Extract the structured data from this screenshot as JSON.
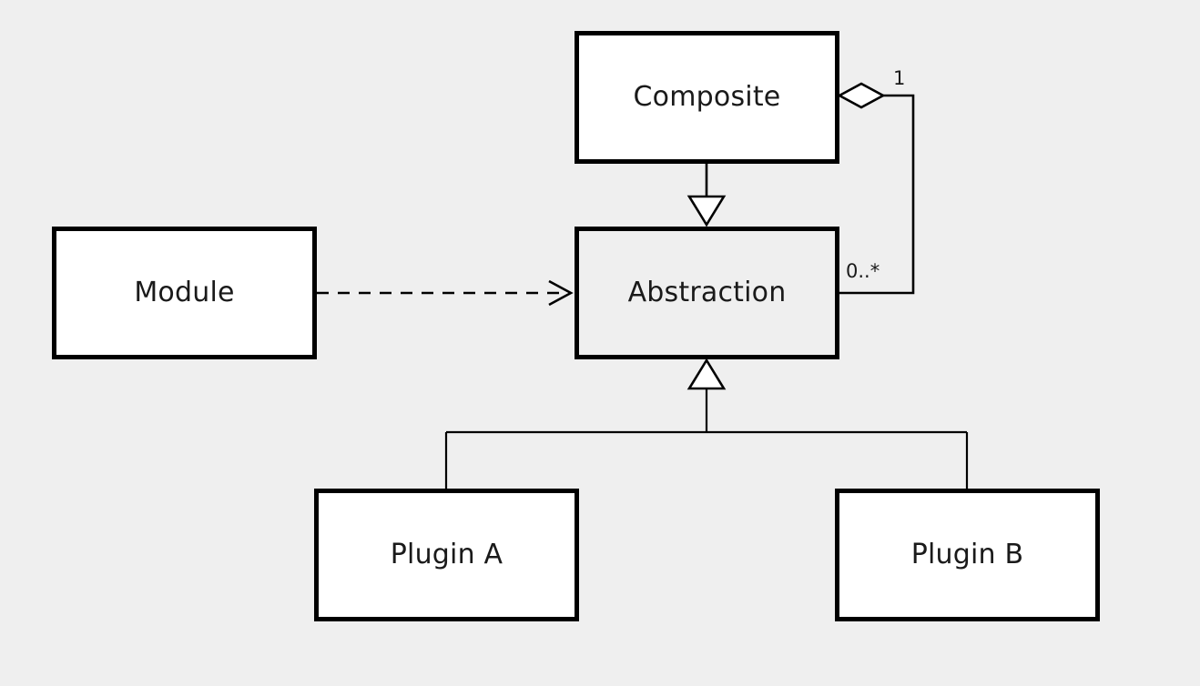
{
  "diagram": {
    "kind": "uml-class-diagram",
    "background_color": "#efefef",
    "line_color": "#000000",
    "text_color": "#1a1a1a",
    "nodes": [
      {
        "id": "composite",
        "label": "Composite",
        "fill": "#ffffff"
      },
      {
        "id": "abstraction",
        "label": "Abstraction",
        "fill": "#efefef"
      },
      {
        "id": "module",
        "label": "Module",
        "fill": "#ffffff"
      },
      {
        "id": "plugin_a",
        "label": "Plugin A",
        "fill": "#ffffff"
      },
      {
        "id": "plugin_b",
        "label": "Plugin B",
        "fill": "#ffffff"
      }
    ],
    "edges": [
      {
        "id": "composite-abstraction-generalization",
        "from": "composite",
        "to": "abstraction",
        "type": "generalization",
        "style": "solid",
        "arrow": "hollow-triangle"
      },
      {
        "id": "composite-abstraction-aggregation",
        "from": "composite",
        "to": "abstraction",
        "type": "aggregation",
        "style": "solid",
        "arrow": "hollow-diamond",
        "source_multiplicity": "1",
        "target_multiplicity": "0..*"
      },
      {
        "id": "module-abstraction-dependency",
        "from": "module",
        "to": "abstraction",
        "type": "dependency",
        "style": "dashed",
        "arrow": "open-arrow"
      },
      {
        "id": "plugins-abstraction-generalization",
        "from": [
          "plugin_a",
          "plugin_b"
        ],
        "to": "abstraction",
        "type": "generalization",
        "style": "solid",
        "arrow": "hollow-triangle"
      }
    ],
    "multiplicities": {
      "aggregation_source": "1",
      "aggregation_target": "0..*"
    }
  }
}
